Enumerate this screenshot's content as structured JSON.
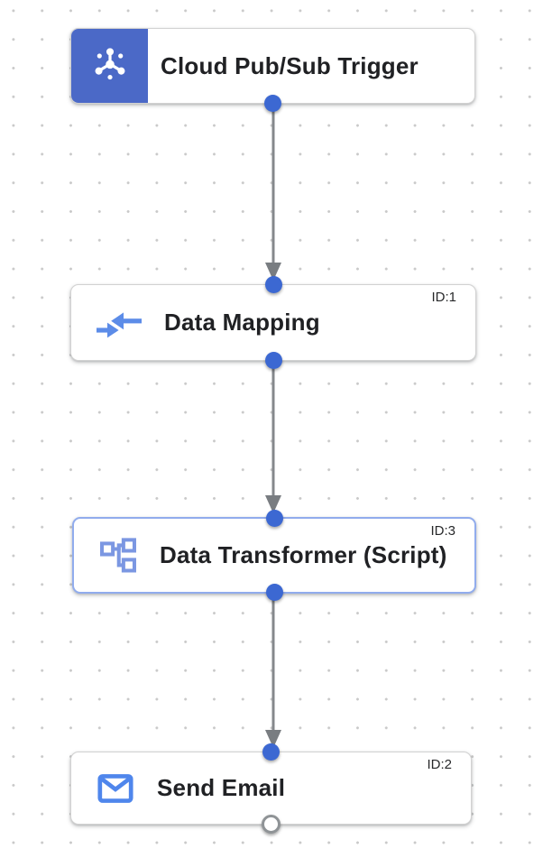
{
  "flow": {
    "nodes": [
      {
        "title": "Cloud Pub/Sub Trigger",
        "id_label": "",
        "kind": "trigger",
        "icon": "pubsub-trigger-icon",
        "selected": false,
        "output_port": "connected"
      },
      {
        "title": "Data Mapping",
        "id_label": "ID:1",
        "kind": "task",
        "icon": "data-mapping-icon",
        "selected": false,
        "input_port": "connected",
        "output_port": "connected"
      },
      {
        "title": "Data Transformer (Script)",
        "id_label": "ID:3",
        "kind": "task",
        "icon": "data-transformer-icon",
        "selected": true,
        "input_port": "connected",
        "output_port": "connected"
      },
      {
        "title": "Send Email",
        "id_label": "ID:2",
        "kind": "task",
        "icon": "send-email-icon",
        "selected": false,
        "input_port": "connected",
        "output_port": "empty"
      }
    ],
    "edges": [
      {
        "from": "Cloud Pub/Sub Trigger",
        "to": "Data Mapping"
      },
      {
        "from": "Data Mapping",
        "to": "Data Transformer (Script)"
      },
      {
        "from": "Data Transformer (Script)",
        "to": "Send Email"
      }
    ],
    "colors": {
      "trigger_block_blue": "#4b69c7",
      "port_connected_blue": "#3c68d2",
      "port_empty_ring_gray": "#8f9396",
      "selected_border_blue": "#91aced",
      "edge_gray": "#85888c",
      "arrowhead_gray": "#797d81",
      "node_border_gray": "#d2d2d2",
      "title_text": "#202124",
      "task_icon_blue": "#5c8ce8",
      "grid_dot_gray": "#c9c9c9"
    }
  }
}
